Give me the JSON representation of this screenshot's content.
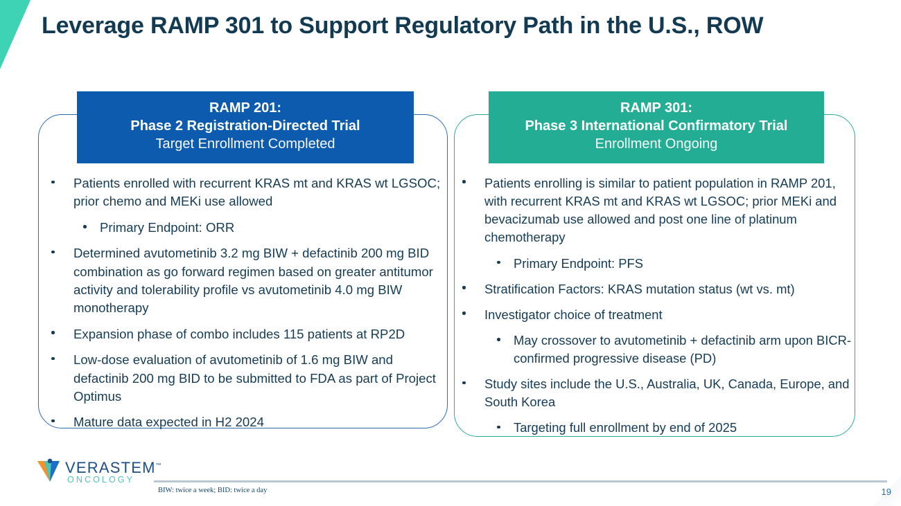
{
  "slide": {
    "title": "Leverage RAMP 301 to Support Regulatory Path in the U.S., ROW",
    "page_number": "19",
    "footnote": "BIW: twice a week; BID: twice a day"
  },
  "colors": {
    "title": "#123a52",
    "left_accent": "#0d5bae",
    "right_accent": "#23ad94",
    "corner_wedge": "#3fd3b5",
    "body_text": "#153b55",
    "page_number": "#2a6db0"
  },
  "logo": {
    "name": "verastem-oncology-logo",
    "wordmark": "VERASTEM",
    "trademark": "™",
    "sub": "ONCOLOGY"
  },
  "left_card": {
    "header": {
      "line1": "RAMP 201:",
      "line2": "Phase 2 Registration-Directed Trial",
      "line3": "Target Enrollment Completed"
    },
    "bullets": [
      {
        "level": 1,
        "text": "Patients enrolled with recurrent KRAS mt and KRAS wt LGSOC; prior chemo and MEKi use allowed"
      },
      {
        "level": 2,
        "text": "Primary Endpoint: ORR"
      },
      {
        "level": 1,
        "text": "Determined avutometinib 3.2 mg BIW + defactinib 200 mg BID combination as go forward regimen based on greater antitumor activity and tolerability profile vs avutometinib 4.0 mg BIW monotherapy"
      },
      {
        "level": 1,
        "text": "Expansion phase of combo includes 115 patients at RP2D"
      },
      {
        "level": 1,
        "text": "Low-dose evaluation of avutometinib of 1.6 mg BIW and defactinib 200 mg BID to be submitted to FDA as part of Project Optimus"
      },
      {
        "level": 1,
        "text": "Mature data expected in H2 2024"
      }
    ]
  },
  "right_card": {
    "header": {
      "line1": "RAMP 301:",
      "line2": "Phase 3 International Confirmatory Trial",
      "line3": "Enrollment Ongoing"
    },
    "bullets": [
      {
        "level": 1,
        "text": "Patients enrolling is similar to patient population in RAMP 201, with recurrent KRAS mt and KRAS wt LGSOC; prior MEKi and bevacizumab use allowed and post one line of platinum chemotherapy"
      },
      {
        "level": 2,
        "text": "Primary Endpoint: PFS"
      },
      {
        "level": 1,
        "text": "Stratification Factors: KRAS mutation status (wt vs. mt)"
      },
      {
        "level": 1,
        "text": "Investigator choice of treatment"
      },
      {
        "level": 2,
        "text": "May crossover to avutometinib + defactinib arm upon BICR-confirmed progressive disease (PD)"
      },
      {
        "level": 1,
        "text": "Study sites include the U.S.,  Australia, UK, Canada, Europe, and South Korea"
      },
      {
        "level": 2,
        "text": "Targeting full enrollment by end of 2025"
      }
    ]
  }
}
